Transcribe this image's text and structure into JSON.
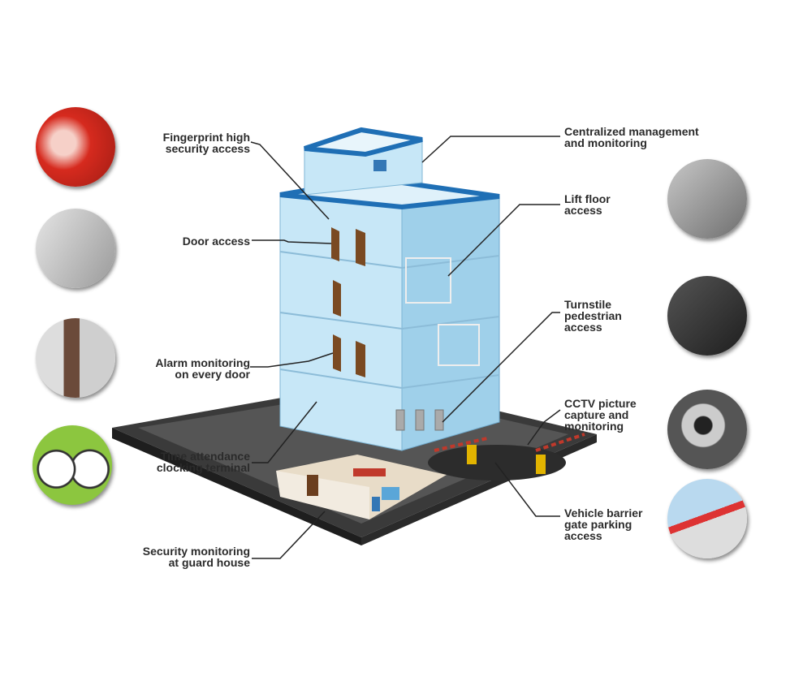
{
  "labels": {
    "fingerprint": [
      "Fingerprint high",
      "security access"
    ],
    "centralized": [
      "Centralized management",
      "and monitoring"
    ],
    "door": [
      "Door access"
    ],
    "lift": [
      "Lift floor",
      "access"
    ],
    "turnstile": [
      "Turnstile",
      "pedestrian",
      "access"
    ],
    "alarm": [
      "Alarm monitoring",
      "on every door"
    ],
    "cctv": [
      "CCTV picture",
      "capture and",
      "monitoring"
    ],
    "time": [
      "Time attendance",
      "clocking terminal"
    ],
    "vehicle": [
      "Vehicle barrier",
      "gate parking",
      "access"
    ],
    "guard": [
      "Security monitoring",
      "at guard house"
    ]
  },
  "colors": {
    "glass": "#bfe3f5",
    "roof": "#1f6fb5",
    "ground": "#3a3a3a",
    "text": "#2b2b2b"
  }
}
